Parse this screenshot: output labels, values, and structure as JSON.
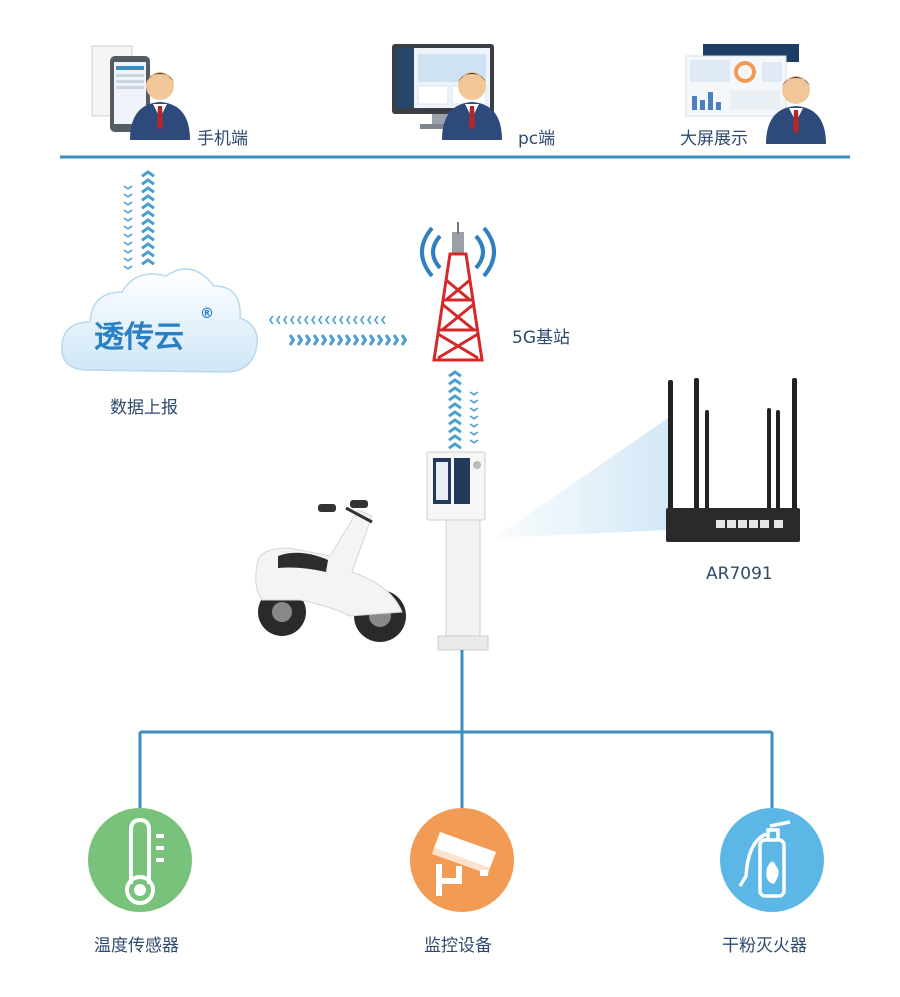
{
  "terminals": {
    "mobile": "手机端",
    "pc": "pc端",
    "bigscreen": "大屏展示"
  },
  "cloud": {
    "name": "透传云",
    "registered_mark": "®",
    "caption": "数据上报"
  },
  "base_station": "5G基站",
  "router_model": "AR7091",
  "sensors": {
    "temperature": "温度传感器",
    "monitoring": "监控设备",
    "extinguisher": "干粉灭火器"
  },
  "colors": {
    "line": "#3a8fbf",
    "arrow": "#4a9fd0",
    "green": "#78c27b",
    "orange": "#f29b55",
    "blue": "#5cb6e6",
    "tower_red": "#d4282a",
    "text": "#2f4a6e"
  }
}
